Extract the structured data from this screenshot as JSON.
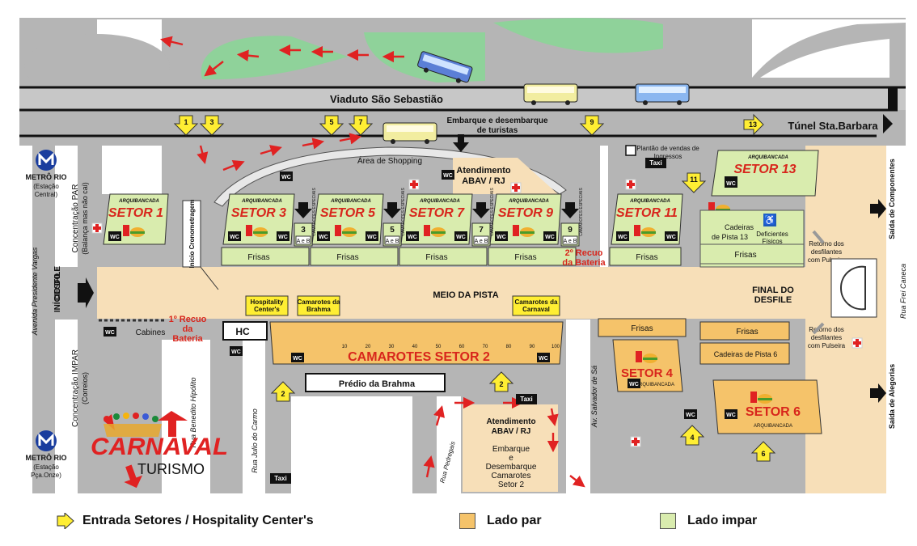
{
  "roads": {
    "viaduct": "Viaduto São Sebastião",
    "tunnel": "Túnel Sta.Barbara",
    "av_presidente_vargas": "Avenida Presidente Vargas",
    "rua_benedito": "Rua Benedito Hipólito",
    "rua_julio": "Rua Julio do Carmo",
    "rua_pedregais": "Rua Pedregais",
    "av_salvador": "Av. Salvador de Sá",
    "rua_frei": "Rua Frei Caneca"
  },
  "metro": [
    {
      "brand": "METRÔ RIO",
      "station": "(Estação Central)"
    },
    {
      "brand": "METRÔ RIO",
      "station": "(Estação Pça.Onze)"
    }
  ],
  "labels": {
    "concentracao_par": "Concentração PAR",
    "concentracao_par_note": "(Balança mas não cai)",
    "concentracao_impar": "Concentração IMPAR",
    "concentracao_impar_note": "(Correios)",
    "inicio_desfile": "INÍCIO DO DESFILE",
    "inicio_cronometragem": "Início Cronometragem",
    "meio_pista": "MEIO DA PISTA",
    "final_desfile": "FINAL DO DESFILE",
    "recuo1": "1º Recuo da Bateria",
    "recuo2": "2º Recuo da Bateria",
    "area_shopping": "Área de Shopping",
    "embarque_turistas": "Embarque e desembarque de turistas",
    "atendimento_top": "Atendimento ABAV / RJ",
    "plantao": "Plantão de vendas de Ingressos",
    "retorno_top": "Retorno dos desfilantes com Pulseira",
    "retorno_bottom": "Retorno dos desfilantes com Pulseira",
    "saida_componentes": "Saída de Componentes",
    "saida_alegorias": "Saída de Alegorias",
    "cabines": "Cabines",
    "hc": "HC",
    "hospitality": "Hospitality Center's",
    "camarotes_brahma": "Camarotes da Brahma",
    "camarotes_carnaval": "Camarotes da Carnaval",
    "predio_brahma": "Prédio da Brahma",
    "atendimento_bottom": "Atendimento ABAV / RJ",
    "embarque_camarotes": "Embarque e Desembarque Camarotes Setor 2",
    "taxi": "Taxi",
    "wc": "WC",
    "frisas": "Frisas",
    "arquibancada": "ARQUIBANCADA",
    "camarotes_especiais": "CAMAROTES ESPECIAIS",
    "aeb": "A e B",
    "cadeiras13": "Cadeiras de Pista 13",
    "deficientes": "Deficientes Físicos",
    "cadeiras6": "Cadeiras de Pista 6",
    "camarotes_setor2": "CAMAROTES SETOR 2"
  },
  "setores_impar": [
    {
      "name": "SETOR 1"
    },
    {
      "name": "SETOR 3"
    },
    {
      "name": "SETOR 5"
    },
    {
      "name": "SETOR 7"
    },
    {
      "name": "SETOR 9"
    },
    {
      "name": "SETOR 11"
    },
    {
      "name": "SETOR 13"
    }
  ],
  "setores_par": [
    {
      "name": "SETOR 4"
    },
    {
      "name": "SETOR 6"
    }
  ],
  "camarote_numbers": [
    "3",
    "5",
    "7",
    "9"
  ],
  "ruler": [
    "10",
    "20",
    "30",
    "40",
    "50",
    "60",
    "70",
    "80",
    "90",
    "100"
  ],
  "entrances": [
    "1",
    "3",
    "5",
    "7",
    "9",
    "13",
    "11",
    "2",
    "4",
    "6",
    "2"
  ],
  "logo": {
    "main": "CARNAVAL",
    "sub": "TURISMO"
  },
  "legend": [
    {
      "label": "Entrada Setores / Hospitality Center's",
      "color": "#ffee33"
    },
    {
      "label": "Lado par",
      "color": "#f5c36a"
    },
    {
      "label": "Lado impar",
      "color": "#d9ecae"
    }
  ],
  "colors": {
    "par": "#f5c36a",
    "impar": "#d9ecae",
    "road": "#b5b5b5",
    "pista": "#f7dfb8",
    "setor_red": "#d8261c",
    "entrance": "#ffee33"
  }
}
